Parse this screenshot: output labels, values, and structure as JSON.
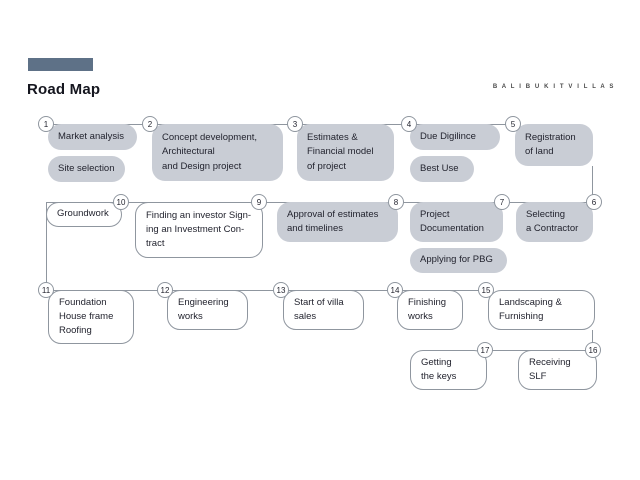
{
  "header": {
    "title": "Road Map",
    "brand": "B A L I   B U K I T   V I L L A S"
  },
  "colors": {
    "accent_bar": "#5e7187",
    "box_fill": "#c9cdd5",
    "line": "#8f969f",
    "text": "#23242f"
  },
  "steps": {
    "s1": {
      "num": "1",
      "a": "Market analysis",
      "b": "Site selection"
    },
    "s2": {
      "num": "2",
      "a": "Concept development,\nArchitectural\nand Design project"
    },
    "s3": {
      "num": "3",
      "a": "Estimates &\nFinancial model\nof project"
    },
    "s4": {
      "num": "4",
      "a": "Due Digilince",
      "b": "Best Use"
    },
    "s5": {
      "num": "5",
      "a": "Registration\nof land"
    },
    "s6": {
      "num": "6",
      "a": "Selecting\na Contractor"
    },
    "s7": {
      "num": "7",
      "a": "Project\nDocumentation",
      "b": "Applying for PBG"
    },
    "s8": {
      "num": "8",
      "a": "Approval of estimates\nand timelines"
    },
    "s9": {
      "num": "9",
      "a": "Finding an investor Sign-\ning an Investment Con-\ntract"
    },
    "s10": {
      "num": "10",
      "a": "Groundwork"
    },
    "s11": {
      "num": "11",
      "a": "Foundation\nHouse frame\nRoofing"
    },
    "s12": {
      "num": "12",
      "a": "Engineering\nworks"
    },
    "s13": {
      "num": "13",
      "a": "Start of villa\nsales"
    },
    "s14": {
      "num": "14",
      "a": "Finishing\nworks"
    },
    "s15": {
      "num": "15",
      "a": "Landscaping &\nFurnishing"
    },
    "s16": {
      "num": "16",
      "a": "Receiving\nSLF"
    },
    "s17": {
      "num": "17",
      "a": "Getting\nthe keys"
    }
  }
}
